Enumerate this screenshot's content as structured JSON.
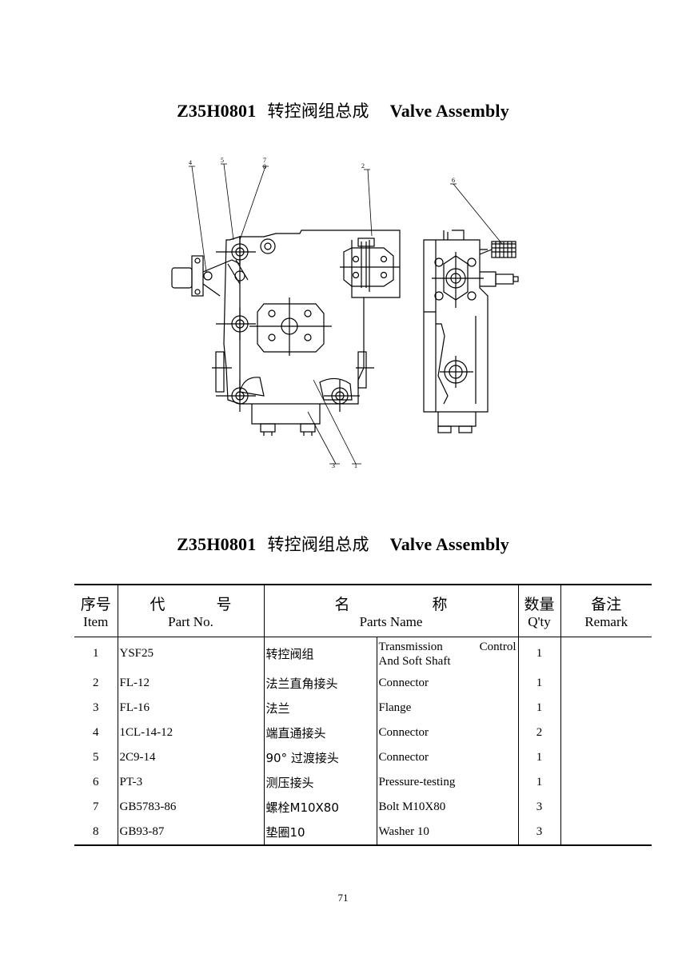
{
  "title": {
    "code": "Z35H0801",
    "cn": "转控阀组总成",
    "en": "Valve Assembly"
  },
  "drawing": {
    "callouts": [
      "4",
      "5",
      "7",
      "8",
      "2",
      "6",
      "3",
      "1"
    ]
  },
  "table": {
    "headers": {
      "item_cn": "序号",
      "item_en": "Item",
      "part_cn_1": "代",
      "part_cn_2": "号",
      "part_en": "Part No.",
      "name_cn_1": "名",
      "name_cn_2": "称",
      "name_en": "Parts Name",
      "qty_cn": "数量",
      "qty_en": "Q'ty",
      "remark_cn": "备注",
      "remark_en": "Remark"
    },
    "rows": [
      {
        "item": "1",
        "part_no": "YSF25",
        "name_cn": "转控阀组",
        "name_en": "Transmission Control And Soft Shaft",
        "name_en_a": "Transmission",
        "name_en_b": "Control",
        "name_en_c": "And Soft Shaft",
        "qty": "1",
        "remark": ""
      },
      {
        "item": "2",
        "part_no": "FL-12",
        "name_cn": "法兰直角接头",
        "name_en": "Connector",
        "qty": "1",
        "remark": ""
      },
      {
        "item": "3",
        "part_no": "FL-16",
        "name_cn": "法兰",
        "name_en": "Flange",
        "qty": "1",
        "remark": ""
      },
      {
        "item": "4",
        "part_no": "1CL-14-12",
        "name_cn": "端直通接头",
        "name_en": "Connector",
        "qty": "2",
        "remark": ""
      },
      {
        "item": "5",
        "part_no": "2C9-14",
        "name_cn": "90° 过渡接头",
        "name_en": "Connector",
        "qty": "1",
        "remark": ""
      },
      {
        "item": "6",
        "part_no": "PT-3",
        "name_cn": "测压接头",
        "name_en": "Pressure-testing",
        "qty": "1",
        "remark": ""
      },
      {
        "item": "7",
        "part_no": "GB5783-86",
        "name_cn": "螺栓M10X80",
        "name_en": "Bolt M10X80",
        "qty": "3",
        "remark": ""
      },
      {
        "item": "8",
        "part_no": "GB93-87",
        "name_cn": "垫圈10",
        "name_en": "Washer 10",
        "qty": "3",
        "remark": ""
      }
    ]
  },
  "page_number": "71"
}
